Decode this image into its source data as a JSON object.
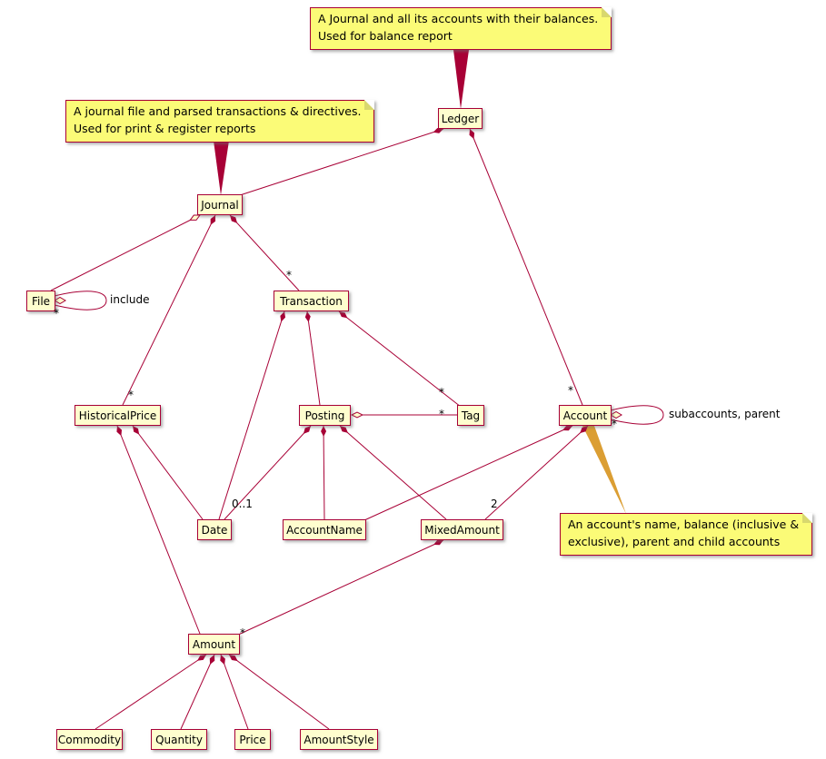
{
  "diagram": {
    "kind": "uml-class-diagram",
    "colors": {
      "class_background": "#FEFECE",
      "class_border": "#A80036",
      "edge": "#A80036",
      "note_background": "#FBFB77",
      "note_border": "#A80036",
      "note_anchor": "#DB9E33",
      "text": "#000000"
    },
    "classes": {
      "ledger": "Ledger",
      "journal": "Journal",
      "file": "File",
      "transaction": "Transaction",
      "historical_price": "HistoricalPrice",
      "posting": "Posting",
      "tag": "Tag",
      "account": "Account",
      "date": "Date",
      "account_name": "AccountName",
      "mixed_amount": "MixedAmount",
      "amount": "Amount",
      "commodity": "Commodity",
      "quantity": "Quantity",
      "price": "Price",
      "amount_style": "AmountStyle"
    },
    "notes": {
      "ledger_note": {
        "line1": "A Journal and all its accounts with their balances.",
        "line2": "Used for balance report"
      },
      "journal_note": {
        "line1": "A journal file and parsed transactions & directives.",
        "line2": "Used for print & register reports"
      },
      "account_note": {
        "line1": "An account's name, balance (inclusive &",
        "line2": "exclusive), parent and child accounts"
      }
    },
    "labels": {
      "many": "*",
      "zero_or_one": "0..1",
      "two": "2",
      "include": "include",
      "subaccounts_parent": "subaccounts, parent"
    }
  }
}
